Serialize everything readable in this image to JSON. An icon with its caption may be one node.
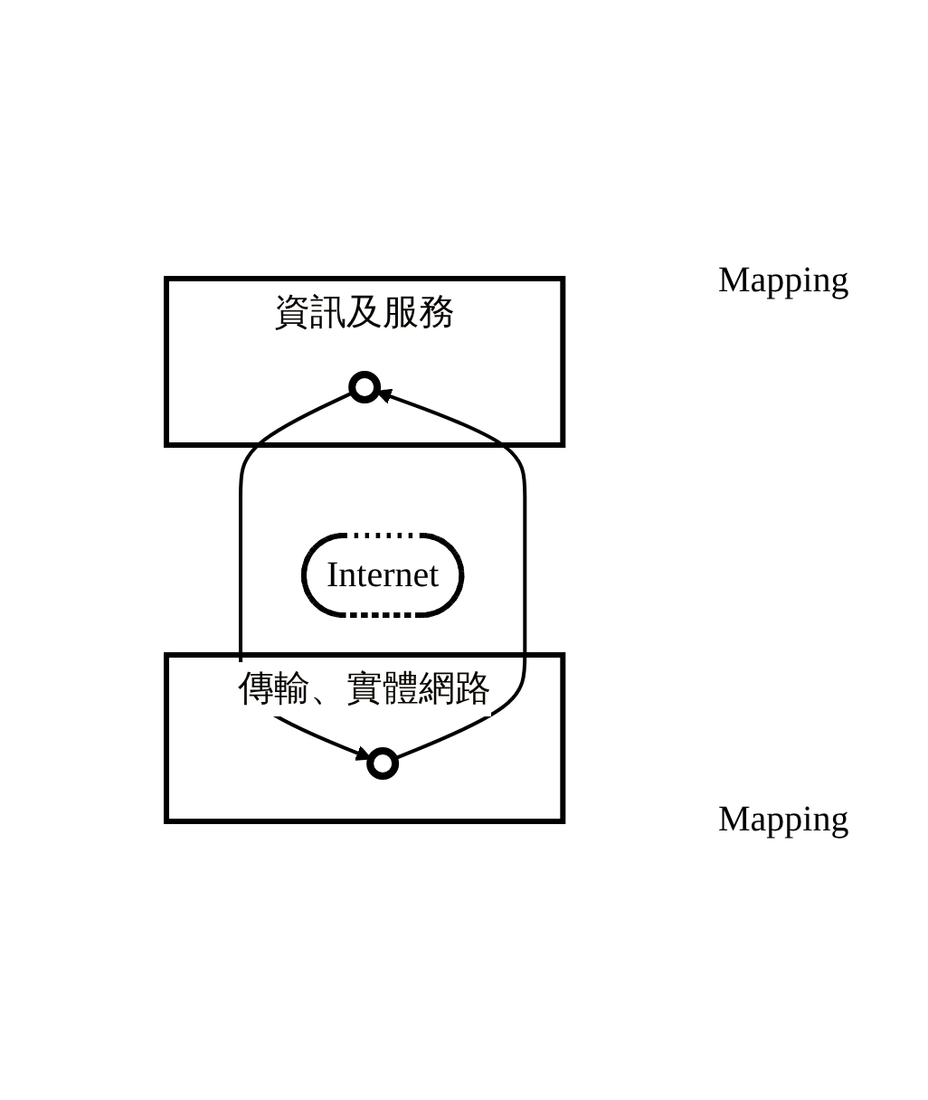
{
  "diagram": {
    "nodes": [
      {
        "text": [
          "資訊及服務"
        ]
      },
      {
        "text": [],
        "shape": "circle",
        "in": 0
      },
      {
        "text": [
          "Internet"
        ]
      },
      {
        "text": [
          "傳輸、實體網路"
        ]
      },
      {
        "text": [],
        "shape": "circle",
        "in": 3
      }
    ],
    "edges": [
      {
        "from": 4,
        "to": 1,
        "arrow": "to"
      },
      {
        "from": 1,
        "to": 4,
        "arrow": "to"
      }
    ],
    "labels": [
      "Mapping",
      "Mapping"
    ]
  }
}
